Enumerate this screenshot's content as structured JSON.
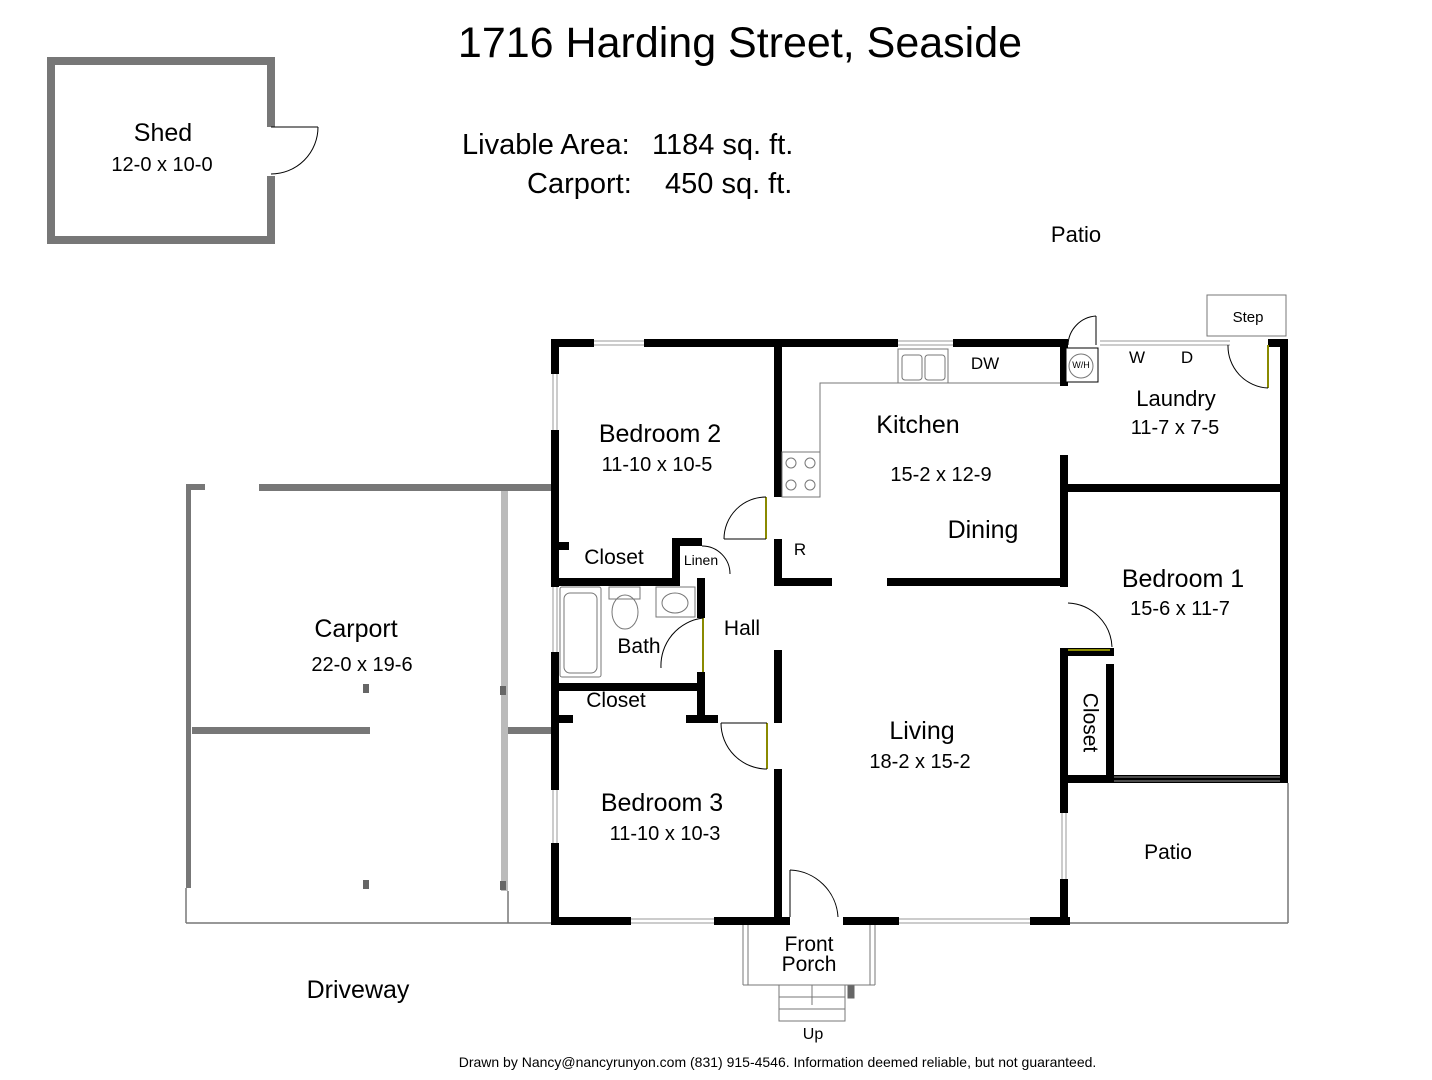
{
  "title": "1716 Harding Street, Seaside",
  "areas": {
    "livable_label": "Livable Area:",
    "livable_value": "1184 sq. ft.",
    "carport_label": "Carport:",
    "carport_value": "450 sq. ft."
  },
  "rooms": {
    "shed": {
      "name": "Shed",
      "dim": "12-0 x 10-0"
    },
    "bedroom2": {
      "name": "Bedroom 2",
      "dim": "11-10 x 10-5"
    },
    "kitchen": {
      "name": "Kitchen",
      "dim": "15-2 x 12-9"
    },
    "dining": {
      "name": "Dining"
    },
    "laundry": {
      "name": "Laundry",
      "dim": "11-7 x 7-5"
    },
    "bedroom1": {
      "name": "Bedroom 1",
      "dim": "15-6 x 11-7"
    },
    "carport": {
      "name": "Carport",
      "dim": "22-0 x 19-6"
    },
    "bath": {
      "name": "Bath"
    },
    "hall": {
      "name": "Hall"
    },
    "living": {
      "name": "Living",
      "dim": "18-2 x 15-2"
    },
    "bedroom3": {
      "name": "Bedroom 3",
      "dim": "11-10 x 10-3"
    },
    "patio_top": {
      "name": "Patio"
    },
    "patio_right": {
      "name": "Patio"
    },
    "front_porch": {
      "name": "Front\nPorch",
      "line1": "Front",
      "line2": "Porch"
    },
    "driveway": {
      "name": "Driveway"
    }
  },
  "labels": {
    "closet_b2": "Closet",
    "closet_b3": "Closet",
    "closet_b1": "Closet",
    "linen": "Linen",
    "step": "Step",
    "dw": "DW",
    "wh": "W/H",
    "washer": "W",
    "dryer": "D",
    "refrigerator": "R",
    "up": "Up"
  },
  "footer": "Drawn by Nancy@nancyrunyon.com (831) 915-4546.  Information deemed reliable, but not guaranteed."
}
